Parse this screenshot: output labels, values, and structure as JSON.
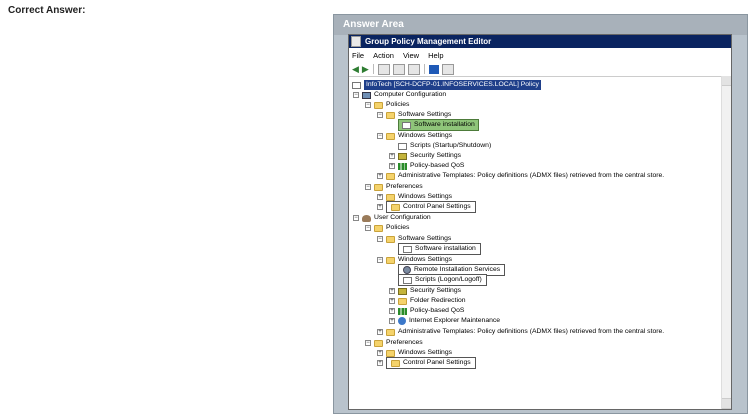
{
  "page": {
    "label": "Correct Answer:"
  },
  "answer_area": {
    "title": "Answer Area"
  },
  "window": {
    "title": "Group Policy Management Editor"
  },
  "menu": [
    "File",
    "Action",
    "View",
    "Help"
  ],
  "tree": {
    "root": "InfoTech [SCH-DCFP-01.INFOSERVICES.LOCAL] Policy",
    "computer_configuration": "Computer Configuration",
    "cc_policies": "Policies",
    "cc_software_settings": "Software Settings",
    "cc_software_installation": "Software installation",
    "cc_windows_settings": "Windows Settings",
    "cc_scripts": "Scripts (Startup/Shutdown)",
    "cc_security_settings": "Security Settings",
    "cc_qos": "Policy-based QoS",
    "cc_admin_templates": "Administrative Templates: Policy definitions (ADMX files) retrieved from the central store.",
    "cc_preferences": "Preferences",
    "cc_pref_windows_settings": "Windows Settings",
    "cc_pref_control_panel": "Control Panel Settings",
    "user_configuration": "User Configuration",
    "uc_policies": "Policies",
    "uc_software_settings": "Software Settings",
    "uc_software_installation": "Software installation",
    "uc_windows_settings": "Windows Settings",
    "uc_remote_installation": "Remote Installation Services",
    "uc_scripts": "Scripts (Logon/Logoff)",
    "uc_security_settings": "Security Settings",
    "uc_folder_redirection": "Folder Redirection",
    "uc_qos": "Policy-based QoS",
    "uc_ie_maintenance": "Internet Explorer Maintenance",
    "uc_admin_templates": "Administrative Templates: Policy definitions (ADMX files) retrieved from the central store.",
    "uc_preferences": "Preferences",
    "uc_pref_windows_settings": "Windows Settings",
    "uc_pref_control_panel": "Control Panel Settings"
  }
}
